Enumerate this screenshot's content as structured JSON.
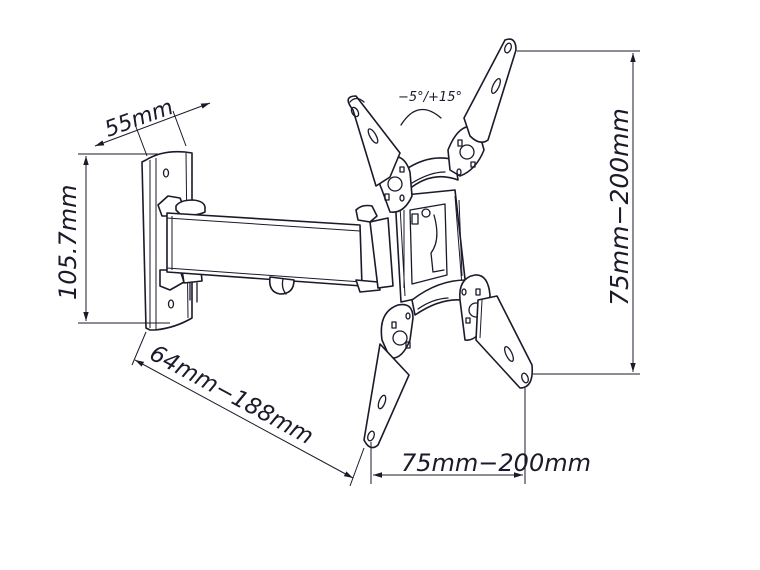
{
  "diagram": {
    "subject": "Full-motion TV wall mount bracket",
    "stroke_color": "#1a1a2a",
    "background": "#ffffff",
    "dimensions": {
      "wall_plate_width": "55mm",
      "wall_plate_height": "105.7mm",
      "arm_extension": "64mm−188mm",
      "vesa_vertical": "75mm−200mm",
      "vesa_horizontal": "75mm−200mm",
      "tilt_range": "−5°/+15°"
    }
  }
}
